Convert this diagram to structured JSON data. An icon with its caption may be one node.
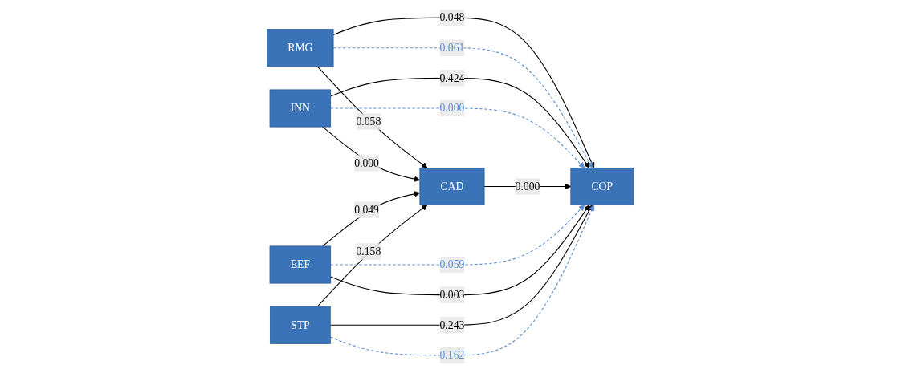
{
  "diagram": {
    "nodes": [
      {
        "text": [
          "RMG"
        ]
      },
      {
        "text": [
          "INN"
        ]
      },
      {
        "text": [
          "CAD"
        ]
      },
      {
        "text": [
          "COP"
        ]
      },
      {
        "text": [
          "EEF"
        ]
      },
      {
        "text": [
          "STP"
        ]
      }
    ],
    "edges": [
      {
        "from": 0,
        "to": 3,
        "arrow": "to",
        "label": "0.048"
      },
      {
        "from": 0,
        "to": 2,
        "arrow": "to",
        "label": "0.058"
      },
      {
        "from": 0,
        "to": 3,
        "arrow": "to",
        "label": "0.061",
        "style": "dashed",
        "color": "#5b8fd4"
      },
      {
        "from": 1,
        "to": 3,
        "arrow": "to",
        "label": "0.424"
      },
      {
        "from": 1,
        "to": 2,
        "arrow": "to",
        "label": "0.000"
      },
      {
        "from": 1,
        "to": 3,
        "arrow": "to",
        "label": "0.000",
        "style": "dashed",
        "color": "#5b8fd4"
      },
      {
        "from": 2,
        "to": 3,
        "arrow": "to",
        "label": "0.000"
      },
      {
        "from": 4,
        "to": 3,
        "arrow": "to",
        "label": "0.059",
        "style": "dashed",
        "color": "#5b8fd4"
      },
      {
        "from": 4,
        "to": 2,
        "arrow": "to",
        "label": "0.049"
      },
      {
        "from": 4,
        "to": 3,
        "arrow": "to",
        "label": "0.003"
      },
      {
        "from": 5,
        "to": 2,
        "arrow": "to",
        "label": "0.158"
      },
      {
        "from": 5,
        "to": 3,
        "arrow": "to",
        "label": "0.243"
      },
      {
        "from": 5,
        "to": 3,
        "arrow": "to",
        "label": "0.162",
        "style": "dashed",
        "color": "#5b8fd4"
      }
    ]
  }
}
